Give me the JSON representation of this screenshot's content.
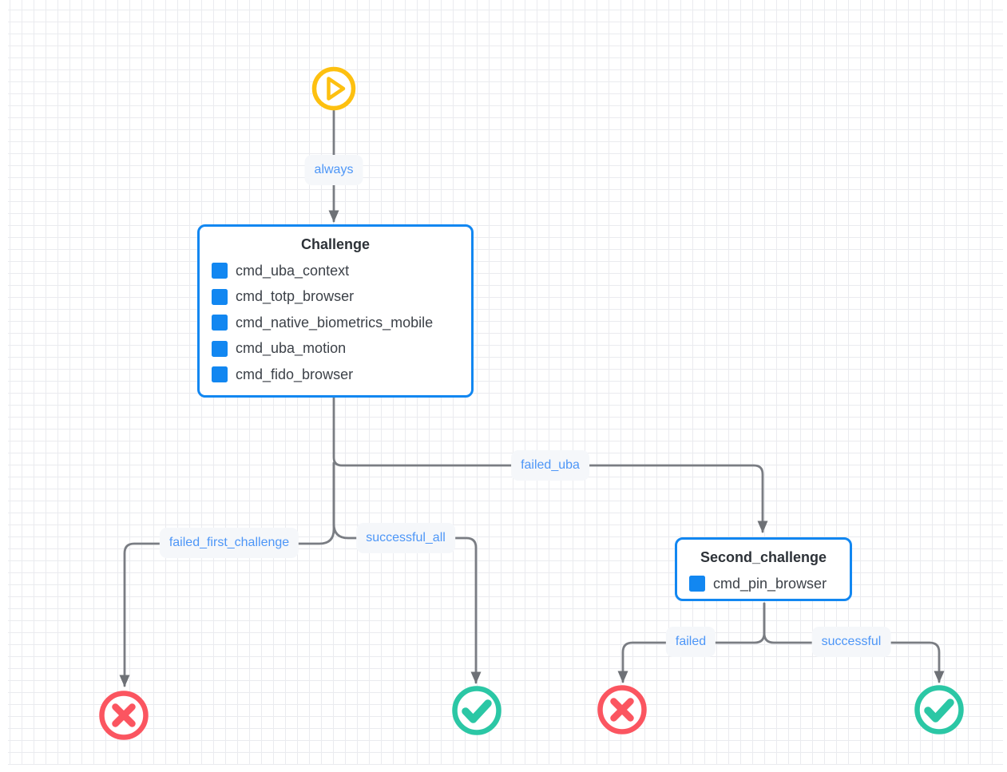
{
  "canvas": {
    "background_color": "#ffffff",
    "grid_color": "#eaebef"
  },
  "start_node": {
    "icon": "play-icon",
    "color": "#fdc010"
  },
  "nodes": {
    "challenge": {
      "title": "Challenge",
      "items": [
        "cmd_uba_context",
        "cmd_totp_browser",
        "cmd_native_biometrics_mobile",
        "cmd_uba_motion",
        "cmd_fido_browser"
      ],
      "border_color": "#1287f1",
      "item_icon": "blue-square-icon"
    },
    "second_challenge": {
      "title": "Second_challenge",
      "items": [
        "cmd_pin_browser"
      ],
      "border_color": "#1287f1",
      "item_icon": "blue-square-icon"
    }
  },
  "edges": {
    "always": {
      "label": "always",
      "from": "start",
      "to": "Challenge"
    },
    "failed_uba": {
      "label": "failed_uba",
      "from": "Challenge",
      "to": "Second_challenge"
    },
    "failed_first_challenge": {
      "label": "failed_first_challenge",
      "from": "Challenge",
      "to": "failure-terminal-left"
    },
    "successful_all": {
      "label": "successful_all",
      "from": "Challenge",
      "to": "success-terminal-left"
    },
    "failed": {
      "label": "failed",
      "from": "Second_challenge",
      "to": "failure-terminal-right"
    },
    "successful": {
      "label": "successful",
      "from": "Second_challenge",
      "to": "success-terminal-right"
    }
  },
  "terminals": [
    {
      "id": "failure-left",
      "icon": "x-circle-icon",
      "color": "#fb5560"
    },
    {
      "id": "success-left",
      "icon": "check-circle-icon",
      "color": "#2bc7a5"
    },
    {
      "id": "failure-right",
      "icon": "x-circle-icon",
      "color": "#fb5560"
    },
    {
      "id": "success-right",
      "icon": "check-circle-icon",
      "color": "#2bc7a5"
    }
  ],
  "colors": {
    "edge_line": "#7a7d83",
    "arrowhead": "#6e7176",
    "edge_label_text": "#4d96f7",
    "edge_label_bg": "#f5f7fa",
    "node_title_text": "#2d3238",
    "node_item_text": "#3c4148"
  }
}
